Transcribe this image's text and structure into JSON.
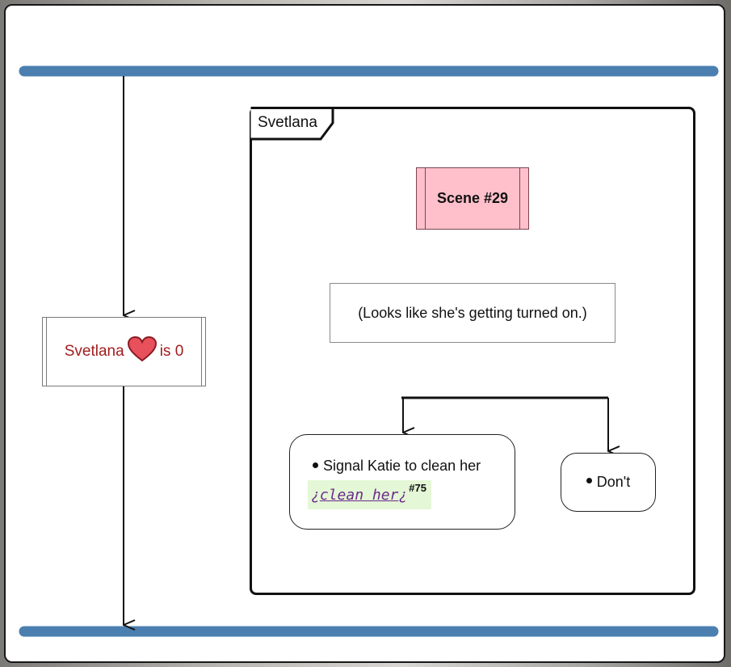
{
  "activity": {
    "variable_box": {
      "name": "Svetlana",
      "icon": "heart-icon",
      "suffix": "is 0"
    },
    "partition": {
      "label": "Svetlana",
      "scene_label": "Scene #29",
      "note": "(Looks like she's getting turned on.)",
      "options": [
        {
          "label": "Signal Katie to clean her",
          "choice_prefix": "¿",
          "choice_link": "clean her",
          "choice_suffix": "¿",
          "choice_ref": "#75"
        },
        {
          "label": "Don't"
        }
      ]
    }
  },
  "colors": {
    "fork_bar": "#4a7fb0",
    "scene_fill": "#ffc0cb",
    "variable_text": "#a11d1d",
    "heart": "#e8505b",
    "choice_bg": "#e4f7d6",
    "choice_text": "#6b2a8c"
  }
}
